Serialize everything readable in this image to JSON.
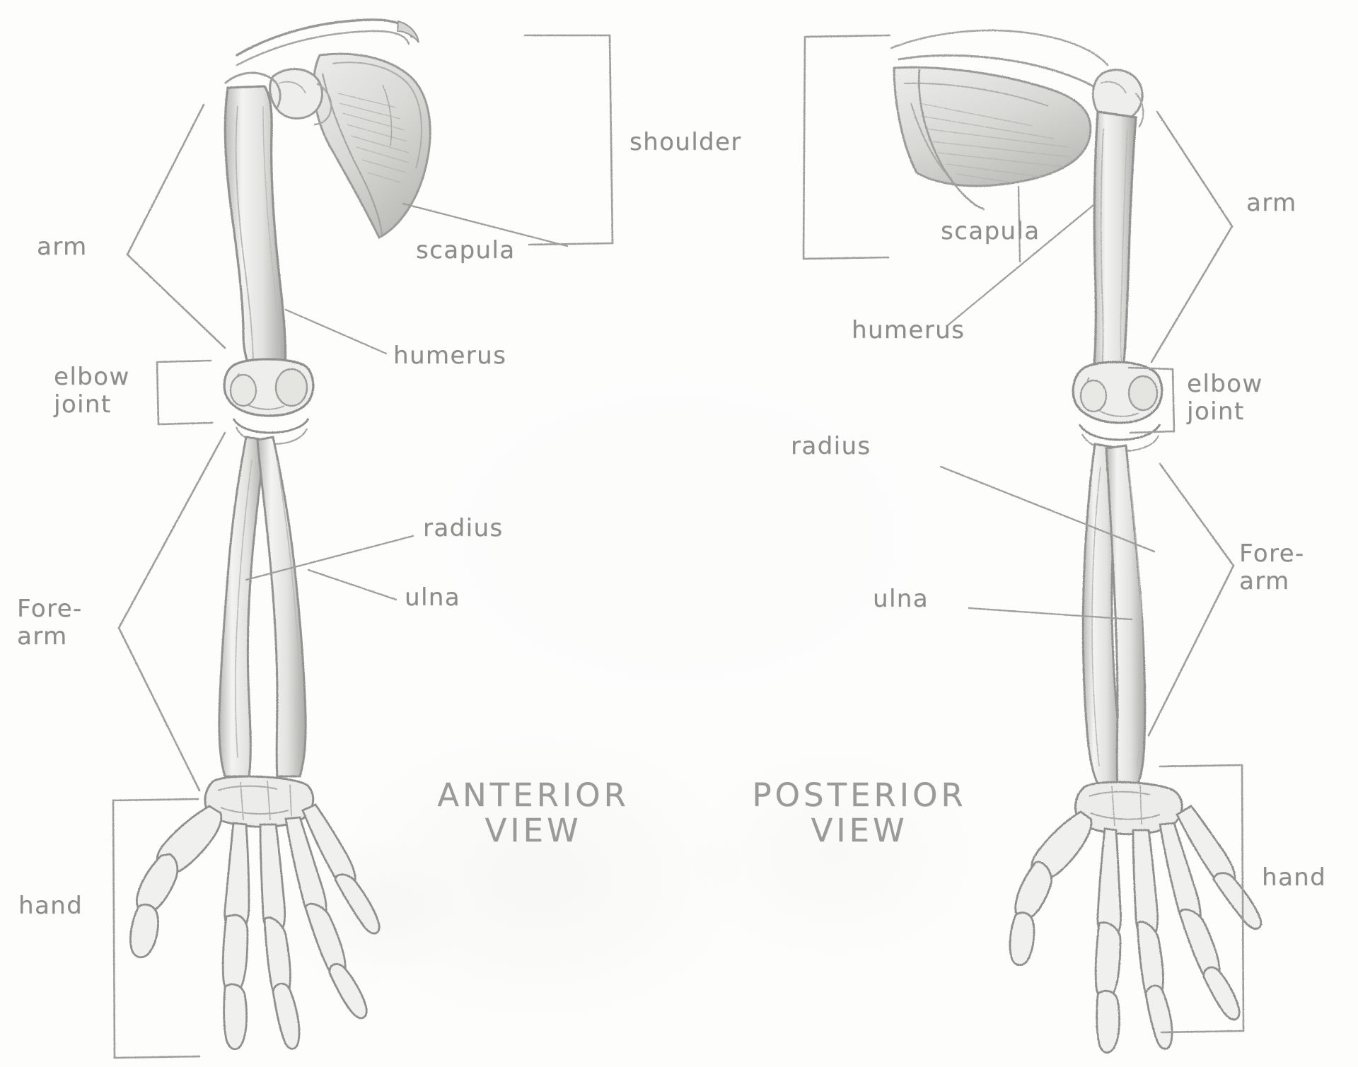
{
  "document": {
    "title": "Upper Limb Skeletal Anatomy",
    "medium": "pencil-sketch",
    "background_color": "#fdfdfc",
    "pencil_color": "#8d8d8c"
  },
  "figures": [
    {
      "id": "anterior",
      "caption_line1": "ANTERIOR",
      "caption_line2": "VIEW",
      "region_labels": [
        {
          "key": "arm",
          "text": "arm",
          "bracket": "chevron-right",
          "side": "left"
        },
        {
          "key": "elbow_joint",
          "text_line1": "elbow",
          "text_line2": "joint",
          "bracket": "square-right",
          "side": "left"
        },
        {
          "key": "forearm",
          "text_line1": "Fore-",
          "text_line2": "arm",
          "bracket": "chevron-right",
          "side": "left"
        },
        {
          "key": "hand",
          "text": "hand",
          "bracket": "square-right",
          "side": "left"
        }
      ],
      "bone_labels": [
        {
          "key": "scapula",
          "text": "scapula",
          "side": "right",
          "leader": "line"
        },
        {
          "key": "humerus",
          "text": "humerus",
          "side": "right",
          "leader": "line"
        },
        {
          "key": "radius",
          "text": "radius",
          "side": "right",
          "leader": "line"
        },
        {
          "key": "ulna",
          "text": "ulna",
          "side": "right",
          "leader": "line"
        }
      ]
    },
    {
      "id": "posterior",
      "caption_line1": "POSTERIOR",
      "caption_line2": "VIEW",
      "region_labels": [
        {
          "key": "arm",
          "text": "arm",
          "bracket": "chevron-left",
          "side": "right"
        },
        {
          "key": "elbow_joint",
          "text_line1": "elbow",
          "text_line2": "joint",
          "bracket": "square-left",
          "side": "right"
        },
        {
          "key": "forearm",
          "text_line1": "Fore-",
          "text_line2": "arm",
          "bracket": "chevron-left",
          "side": "right"
        },
        {
          "key": "hand",
          "text": "hand",
          "bracket": "square-left",
          "side": "right"
        }
      ],
      "bone_labels": [
        {
          "key": "scapula",
          "text": "scapula",
          "side": "inner-left",
          "leader": "line"
        },
        {
          "key": "humerus",
          "text": "humerus",
          "side": "inner-left",
          "leader": "line"
        },
        {
          "key": "radius",
          "text": "radius",
          "side": "inner-left",
          "leader": "line"
        },
        {
          "key": "ulna",
          "text": "ulna",
          "side": "inner-left",
          "leader": "line"
        }
      ]
    }
  ],
  "shared_labels": {
    "shoulder": "shoulder"
  },
  "text": {
    "anterior_caption_1": "ANTERIOR",
    "anterior_caption_2": "VIEW",
    "posterior_caption_1": "POSTERIOR",
    "posterior_caption_2": "VIEW",
    "shoulder": "shoulder",
    "left_arm": "arm",
    "left_elbow_1": "elbow",
    "left_elbow_2": "joint",
    "left_forearm_1": "Fore-",
    "left_forearm_2": "arm",
    "left_hand": "hand",
    "left_scapula": "scapula",
    "left_humerus": "humerus",
    "left_radius": "radius",
    "left_ulna": "ulna",
    "right_arm": "arm",
    "right_elbow_1": "elbow",
    "right_elbow_2": "joint",
    "right_forearm_1": "Fore-",
    "right_forearm_2": "arm",
    "right_hand": "hand",
    "right_scapula": "scapula",
    "right_humerus": "humerus",
    "right_radius": "radius",
    "right_ulna": "ulna"
  }
}
